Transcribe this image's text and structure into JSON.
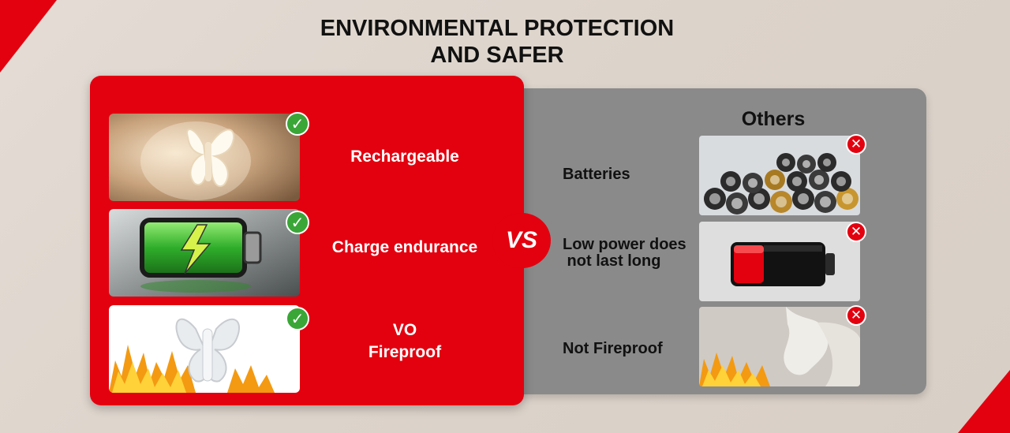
{
  "title": {
    "line1": "ENVIRONMENTAL PROTECTION",
    "line2": "AND SAFER"
  },
  "vs_label": "VS",
  "left_features": [
    {
      "label": "Rechargeable",
      "image": "butterfly-lamp-on-wall",
      "mark": "check-icon"
    },
    {
      "label": "Charge endurance",
      "image": "green-battery-lightning",
      "mark": "check-icon"
    },
    {
      "label_line1": "VO",
      "label_line2": "Fireproof",
      "image": "butterfly-lamp-in-flames",
      "mark": "check-icon"
    }
  ],
  "others": {
    "title": "Others",
    "items": [
      {
        "label": "Batteries",
        "image": "pile-of-batteries",
        "mark": "cross-icon"
      },
      {
        "label_line1": "Low power does",
        "label_line2": " not last long",
        "image": "red-low-battery",
        "mark": "cross-icon"
      },
      {
        "label": "Not Fireproof",
        "image": "melting-item-in-flames",
        "mark": "cross-icon"
      }
    ]
  },
  "colors": {
    "brand_red": "#e3000f",
    "panel_gray": "#8a8a8a",
    "check_green": "#3aa637",
    "background": "#ddd4cb"
  }
}
